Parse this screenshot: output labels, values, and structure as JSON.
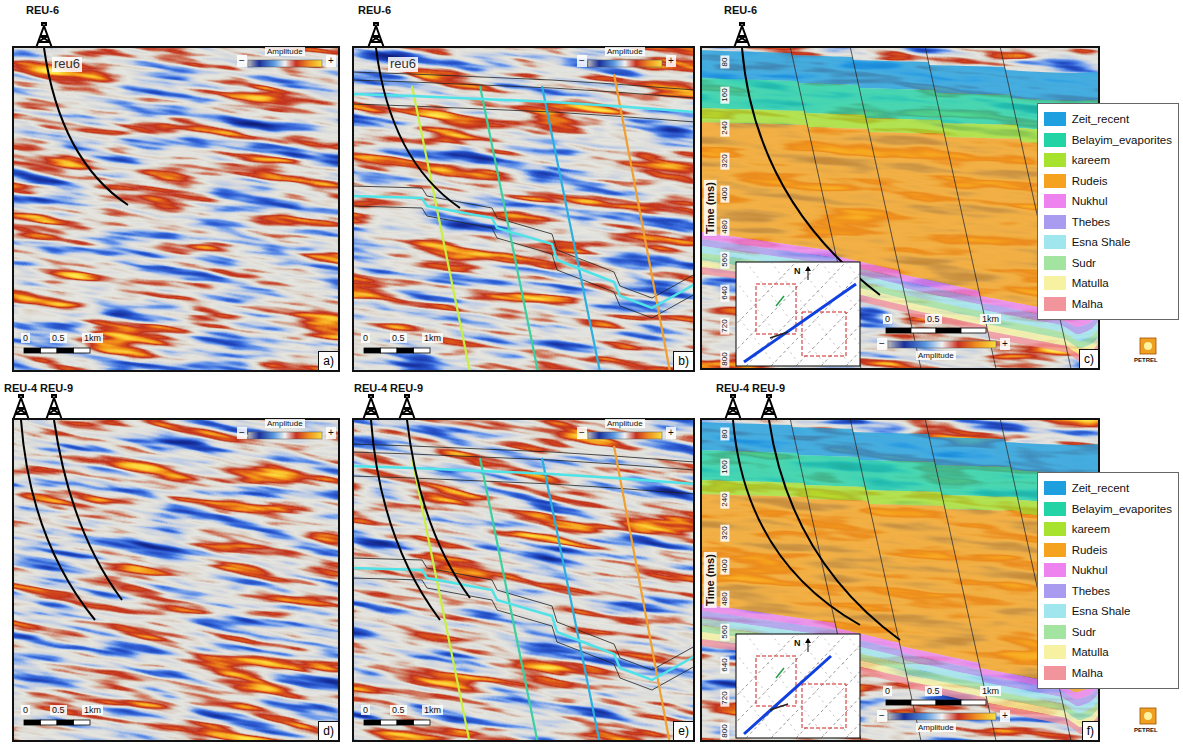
{
  "diagram": {
    "nodes": [
      {
        "text": [
          "a)"
        ]
      },
      {
        "text": [
          "b)"
        ]
      },
      {
        "text": [
          "c)"
        ]
      },
      {
        "text": [
          "d)"
        ]
      },
      {
        "text": [
          "e)"
        ]
      },
      {
        "text": [
          "f)"
        ]
      }
    ],
    "labels": [
      "REU-6",
      "reu6",
      "Amplitude",
      "−",
      "+",
      "0",
      "0.5",
      "1km",
      "REU-6",
      "reu6",
      "Amplitude",
      "−",
      "+",
      "0",
      "0.5",
      "1km",
      "REU-6",
      "Time (ms)",
      "80",
      "160",
      "240",
      "320",
      "400",
      "480",
      "560",
      "640",
      "720",
      "800",
      "N",
      "0",
      "0.5",
      "1km",
      "Amplitude",
      "−",
      "+",
      "PETREL",
      "REU-4",
      "REU-9",
      "Amplitude",
      "−",
      "+",
      "0",
      "0.5",
      "1km",
      "REU-4",
      "REU-9",
      "Amplitude",
      "−",
      "+",
      "0",
      "0.5",
      "1km",
      "REU-4",
      "REU-9",
      "Time (ms)",
      "80",
      "160",
      "240",
      "320",
      "400",
      "480",
      "560",
      "640",
      "720",
      "800",
      "N",
      "0",
      "0.5",
      "1km",
      "Amplitude",
      "−",
      "+",
      "PETREL"
    ],
    "legend": [
      {
        "text": "Zeit_recent",
        "color": "#1e9fe0"
      },
      {
        "text": "Belayim_evaporites",
        "color": "#22d3a6"
      },
      {
        "text": "kareem",
        "color": "#a6e22e"
      },
      {
        "text": "Rudeis",
        "color": "#f5a21e"
      },
      {
        "text": "Nukhul",
        "color": "#ee82ee"
      },
      {
        "text": "Thebes",
        "color": "#a99cf0"
      },
      {
        "text": "Esna Shale",
        "color": "#9fe6ef"
      },
      {
        "text": "Sudr",
        "color": "#a3e4a0"
      },
      {
        "text": "Matulla",
        "color": "#f6f2a2"
      },
      {
        "text": "Malha",
        "color": "#f2949c"
      },
      {
        "text": "Zeit_recent",
        "color": "#1e9fe0"
      },
      {
        "text": "Belayim_evaporites",
        "color": "#22d3a6"
      },
      {
        "text": "kareem",
        "color": "#a6e22e"
      },
      {
        "text": "Rudeis",
        "color": "#f5a21e"
      },
      {
        "text": "Nukhul",
        "color": "#ee82ee"
      },
      {
        "text": "Thebes",
        "color": "#a99cf0"
      },
      {
        "text": "Esna Shale",
        "color": "#9fe6ef"
      },
      {
        "text": "Sudr",
        "color": "#a3e4a0"
      },
      {
        "text": "Matulla",
        "color": "#f6f2a2"
      },
      {
        "text": "Malha",
        "color": "#f2949c"
      }
    ]
  }
}
